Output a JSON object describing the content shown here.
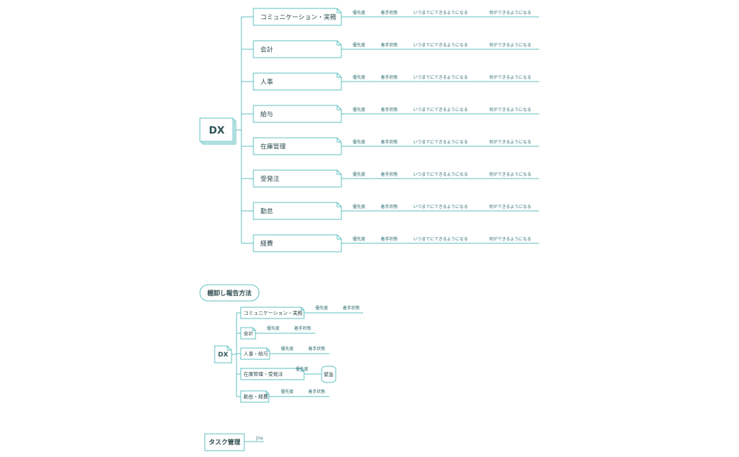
{
  "accent_color": "#5cbfc0",
  "text_color": "#2e4c50",
  "map1": {
    "root": "DX",
    "branches": [
      {
        "label": "コミュニケーション・実務",
        "attrs": [
          "優先度",
          "着手状態",
          "いつまでにできるようになる",
          "何ができるようになる"
        ]
      },
      {
        "label": "会計",
        "attrs": [
          "優先度",
          "着手状態",
          "いつまでにできるようになる",
          "何ができるようになる"
        ]
      },
      {
        "label": "人事",
        "attrs": [
          "優先度",
          "着手状態",
          "いつまでにできるようになる",
          "何ができるようになる"
        ]
      },
      {
        "label": "給与",
        "attrs": [
          "優先度",
          "着手状態",
          "いつまでにできるようになる",
          "何ができるようになる"
        ]
      },
      {
        "label": "在庫管理",
        "attrs": [
          "優先度",
          "着手状態",
          "いつまでにできるようになる",
          "何ができるようになる"
        ]
      },
      {
        "label": "受発注",
        "attrs": [
          "優先度",
          "着手状態",
          "いつまでにできるようになる",
          "何ができるようになる"
        ]
      },
      {
        "label": "勤怠",
        "attrs": [
          "優先度",
          "着手状態",
          "いつまでにできるようになる",
          "何ができるようになる"
        ]
      },
      {
        "label": "経費",
        "attrs": [
          "優先度",
          "着手状態",
          "いつまでにできるようになる",
          "何ができるようになる"
        ]
      }
    ]
  },
  "map2": {
    "title": "棚卸し報告方法",
    "root": "DX",
    "branches": [
      {
        "label": "コミュニケーション・実務",
        "attrs": [
          "優先度",
          "着手状態"
        ]
      },
      {
        "label": "会計",
        "attrs": [
          "優先度",
          "着手状態"
        ]
      },
      {
        "label": "人事・給与",
        "attrs": [
          "優先度",
          "着手状態"
        ]
      },
      {
        "label": "在庫管理・受発注",
        "attrs": [
          "優先度"
        ],
        "badge": "緊急"
      },
      {
        "label": "勤怠・経費",
        "attrs": [
          "優先度",
          "着手状態"
        ]
      }
    ]
  },
  "map3": {
    "title": "タスク管理",
    "child": "jira"
  }
}
